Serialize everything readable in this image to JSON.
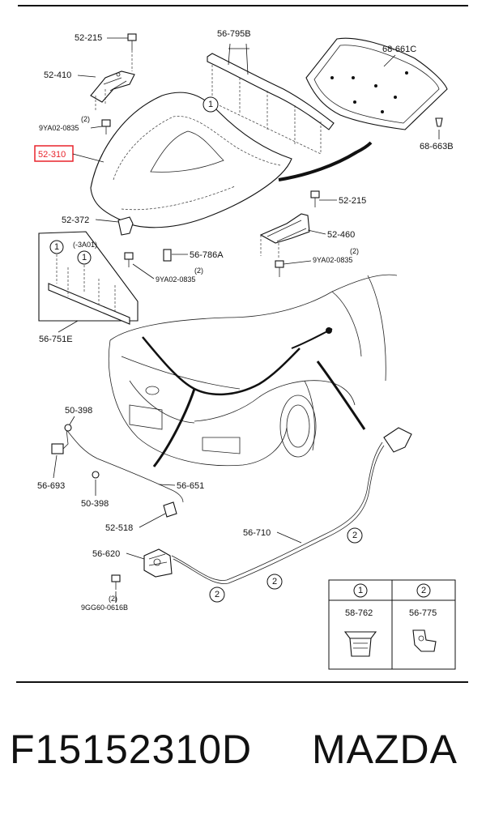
{
  "parts": {
    "p52_215_top": "52-215",
    "p52_410": "52-410",
    "p9ya_top": "9YA02-0835",
    "p9ya_top_qty": "(2)",
    "p52_310": "52-310",
    "p56_795b": "56-795B",
    "p68_661c": "68-661C",
    "p68_663b": "68-663B",
    "p52_215_right": "52-215",
    "p52_460": "52-460",
    "p9ya_right": "9YA02-0835",
    "p9ya_right_qty": "(2)",
    "p52_372": "52-372",
    "p56_786a": "56-786A",
    "p9ya_mid": "9YA02-0835",
    "p9ya_mid_qty": "(2)",
    "p3a01": "(-3A01)",
    "p56_751e": "56-751E",
    "p50_398_top": "50-398",
    "p56_693": "56-693",
    "p50_398_bottom": "50-398",
    "p56_651": "56-651",
    "p52_518": "52-518",
    "p56_710": "56-710",
    "p56_620": "56-620",
    "p9gg": "9GG60-0616B",
    "p9gg_qty": "(2)"
  },
  "callouts": {
    "one": "1",
    "two": "2"
  },
  "legend": {
    "col1_num": "1",
    "col2_num": "2",
    "col1_part": "58-762",
    "col2_part": "56-775"
  },
  "footer": {
    "code": "F15152310D",
    "brand": "MAZDA"
  },
  "colors": {
    "highlight": "#e8232b",
    "line": "#111111"
  }
}
